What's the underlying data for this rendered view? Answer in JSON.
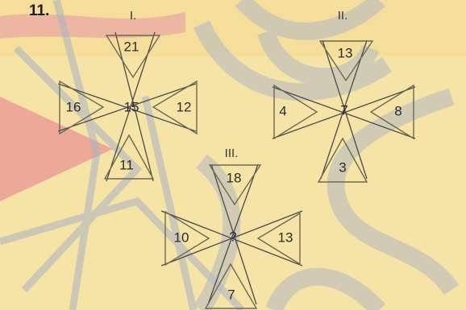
{
  "question_number": "11.",
  "figures": [
    {
      "label": "I.",
      "top": "21",
      "left": "16",
      "center": "15",
      "right": "12",
      "bottom": "11"
    },
    {
      "label": "II.",
      "top": "13",
      "left": "4",
      "center": "7",
      "right": "8",
      "bottom": "3"
    },
    {
      "label": "III.",
      "top": "18",
      "left": "10",
      "center": "?",
      "right": "13",
      "bottom": "7"
    }
  ]
}
